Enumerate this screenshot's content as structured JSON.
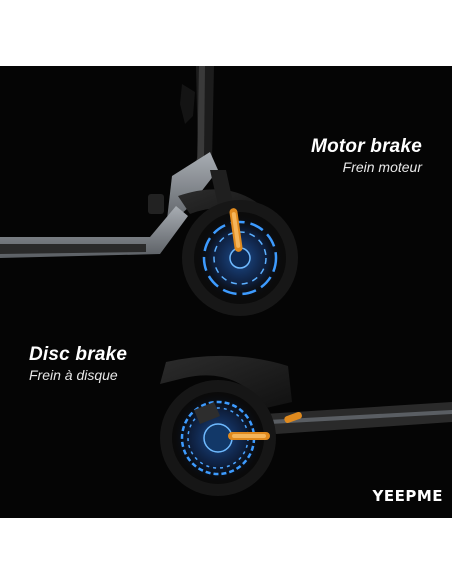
{
  "labels": {
    "motor_brake": {
      "title": "Motor brake",
      "subtitle": "Frein moteur"
    },
    "disc_brake": {
      "title": "Disc brake",
      "subtitle": "Frein à disque"
    }
  },
  "brand": {
    "logo_text": "YEEPME"
  },
  "colors": {
    "background": "#050505",
    "frame_gray": "#8a8f96",
    "tire": "#1a1a1a",
    "glow_blue": "#2f8bff",
    "reflector_orange": "#e08a1e"
  }
}
